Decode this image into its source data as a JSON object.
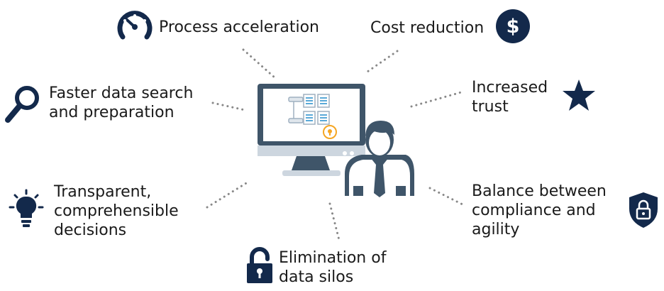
{
  "benefits": {
    "process_acceleration": {
      "lines": [
        "Process acceleration"
      ],
      "icon": "speedometer-icon"
    },
    "cost_reduction": {
      "lines": [
        "Cost reduction"
      ],
      "icon": "dollar-coin-icon"
    },
    "faster_search": {
      "lines": [
        "Faster data search",
        "and preparation"
      ],
      "icon": "magnifier-icon"
    },
    "increased_trust": {
      "lines": [
        "Increased",
        "trust"
      ],
      "icon": "star-icon"
    },
    "transparent_decisions": {
      "lines": [
        "Transparent,",
        "comprehensible",
        "decisions"
      ],
      "icon": "lightbulb-icon"
    },
    "compliance_agility": {
      "lines": [
        "Balance between",
        "compliance and",
        "agility"
      ],
      "icon": "shield-lock-icon"
    },
    "silos": {
      "lines": [
        "Elimination of",
        "data silos"
      ],
      "icon": "padlock-icon"
    }
  },
  "colors": {
    "navy": "#13294b",
    "slate": "#3f5569",
    "screen_frame": "#cdd6df",
    "accent_blue": "#5aa9d8",
    "accent_orange": "#f5a623",
    "text": "#1a1a1a",
    "dots": "#888888"
  }
}
